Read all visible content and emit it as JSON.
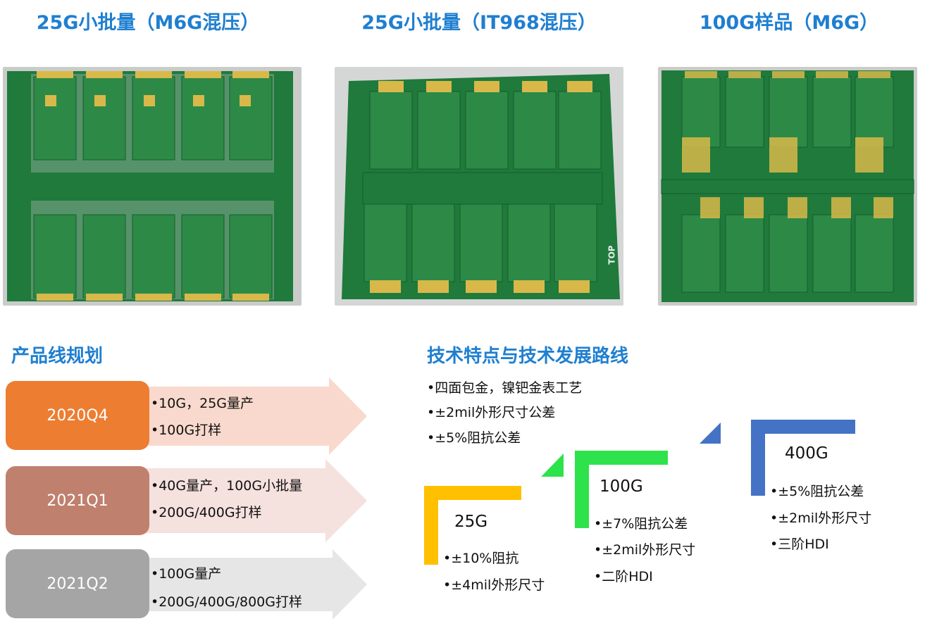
{
  "photos": [
    {
      "title": "25G小批量（M6G混压）"
    },
    {
      "title": "25G小批量（IT968混压）"
    },
    {
      "title": "100G样品（M6G）"
    }
  ],
  "product_line": {
    "title": "产品线规划",
    "quarters": [
      {
        "label": "2020Q4",
        "color": "#ed7d31",
        "arrow_color": "#f9d9cd",
        "items": [
          "•10G，25G量产",
          "•100G打样"
        ]
      },
      {
        "label": "2021Q1",
        "color": "#c0806e",
        "arrow_color": "#f5e1de",
        "items": [
          "•40G量产，100G小批量",
          "•200G/400G打样"
        ]
      },
      {
        "label": "2021Q2",
        "color": "#a5a5a5",
        "arrow_color": "#e6e6e6",
        "items": [
          "•100G量产",
          "•200G/400G/800G打样"
        ]
      }
    ]
  },
  "tech": {
    "title": "技术特点与技术发展路线",
    "features": [
      "•四面包金，镍钯金表工艺",
      "•±2mil外形尺寸公差",
      "•±5%阻抗公差"
    ],
    "steps": [
      {
        "label": "25G",
        "color": "#ffc000",
        "items": [
          "•±10%阻抗",
          "•±4mil外形尺寸"
        ]
      },
      {
        "label": "100G",
        "color": "#2ee24c",
        "items": [
          "•±7%阻抗公差",
          "•±2mil外形尺寸",
          "•二阶HDI"
        ]
      },
      {
        "label": "400G",
        "color": "#4472c4",
        "items": [
          "•±5%阻抗公差",
          "•±2mil外形尺寸",
          "•三阶HDI"
        ]
      }
    ],
    "side_labels": [
      "TOP"
    ]
  }
}
